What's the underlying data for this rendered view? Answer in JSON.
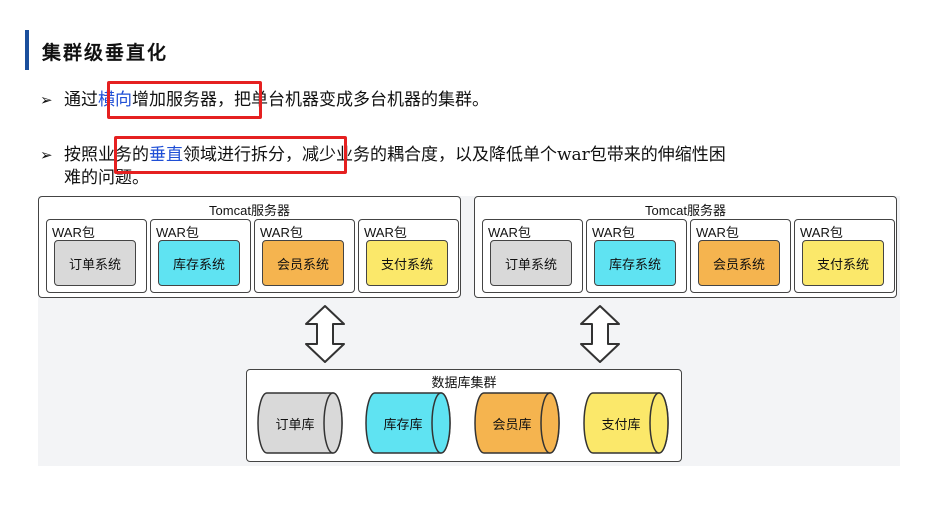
{
  "heading": "集群级垂直化",
  "bullet1": {
    "arrow": "➢",
    "prefix": "通过",
    "highlight": "横向",
    "boxed_rest": "增加服务器",
    "suffix": "，把单台机器变成多台机器的集群。"
  },
  "bullet2": {
    "arrow": "➢",
    "prefix": "按照",
    "boxed_a": "业务的",
    "highlight": "垂直",
    "boxed_b": "领域进行拆分",
    "suffix": "，减少业务的耦合度，以及降低单个war包带来的伸缩性困",
    "line2": "难的问题。"
  },
  "diagram": {
    "servers": [
      {
        "title": "Tomcat服务器",
        "wars": [
          {
            "label": "WAR包",
            "system": "订单系统",
            "color": "#d9d9d9"
          },
          {
            "label": "WAR包",
            "system": "库存系统",
            "color": "#5fe3f2"
          },
          {
            "label": "WAR包",
            "system": "会员系统",
            "color": "#f5b44f"
          },
          {
            "label": "WAR包",
            "system": "支付系统",
            "color": "#fbe86a"
          }
        ]
      },
      {
        "title": "Tomcat服务器",
        "wars": [
          {
            "label": "WAR包",
            "system": "订单系统",
            "color": "#d9d9d9"
          },
          {
            "label": "WAR包",
            "system": "库存系统",
            "color": "#5fe3f2"
          },
          {
            "label": "WAR包",
            "system": "会员系统",
            "color": "#f5b44f"
          },
          {
            "label": "WAR包",
            "system": "支付系统",
            "color": "#fbe86a"
          }
        ]
      }
    ],
    "database": {
      "title": "数据库集群",
      "dbs": [
        {
          "name": "订单库",
          "color": "#d9d9d9"
        },
        {
          "name": "库存库",
          "color": "#5fe3f2"
        },
        {
          "name": "会员库",
          "color": "#f5b44f"
        },
        {
          "name": "支付库",
          "color": "#fbe86a"
        }
      ]
    },
    "colors": {
      "title_bar": "#1a4f9c",
      "highlight_text": "#1f4fd6",
      "red_box": "#e52020"
    }
  }
}
